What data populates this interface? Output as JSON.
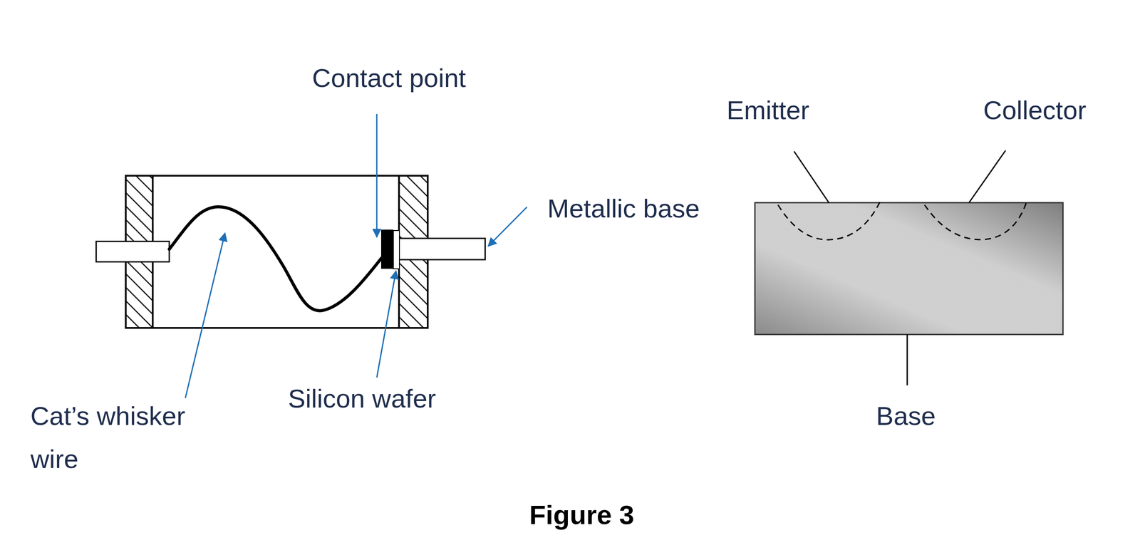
{
  "diagram": {
    "caption": "Figure 3",
    "labels": [
      "Contact point",
      "Metallic base",
      "Cat’s whisker wire",
      "Silicon wafer",
      "Emitter",
      "Collector",
      "Base"
    ]
  }
}
